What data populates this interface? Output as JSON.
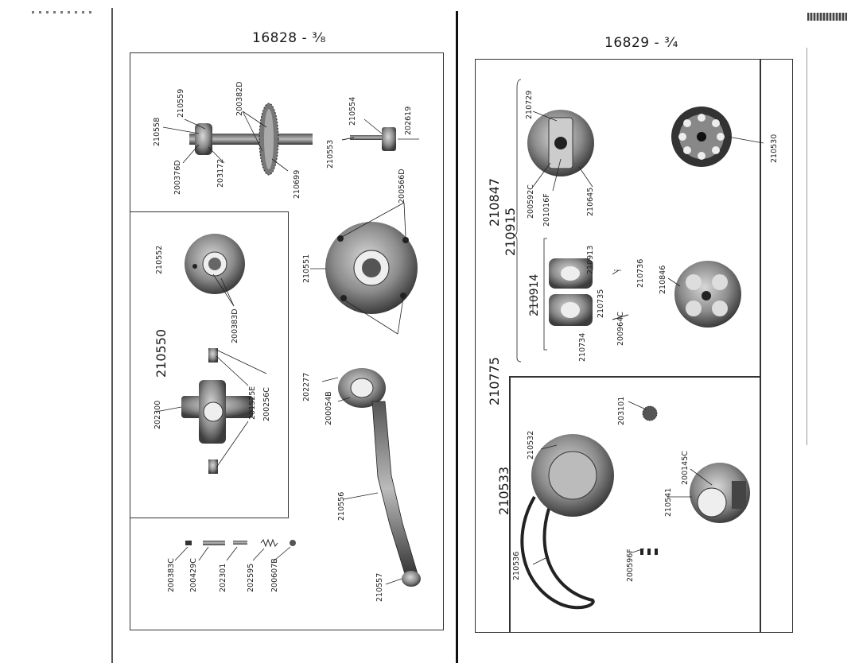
{
  "left_page": {
    "title": "16828 - ³⁄₈",
    "assembly_label": "210550",
    "parts": [
      "210558",
      "210559",
      "200376D",
      "203172",
      "200382D",
      "210699",
      "210554",
      "210553",
      "202619",
      "200566D",
      "210552",
      "200383D",
      "210551",
      "202300",
      "201525E",
      "200256C",
      "202277",
      "200054B",
      "210556",
      "210557",
      "200383C",
      "200429C",
      "202301",
      "202595",
      "200607B"
    ]
  },
  "right_page": {
    "title": "16829 - ³⁄₄",
    "assembly_labels": [
      "210847",
      "210915",
      "210914",
      "210775",
      "210533"
    ],
    "parts": [
      "210729",
      "200592C",
      "201016F",
      "210645",
      "210530",
      "210913",
      "210736",
      "210735",
      "210734",
      "200964C",
      "210846",
      "203101",
      "210532",
      "200145C",
      "210541",
      "210536",
      "200596F"
    ]
  },
  "colors": {
    "ink": "#1a1a1a",
    "paper": "#ffffff",
    "shade": "#8a8a8a"
  }
}
